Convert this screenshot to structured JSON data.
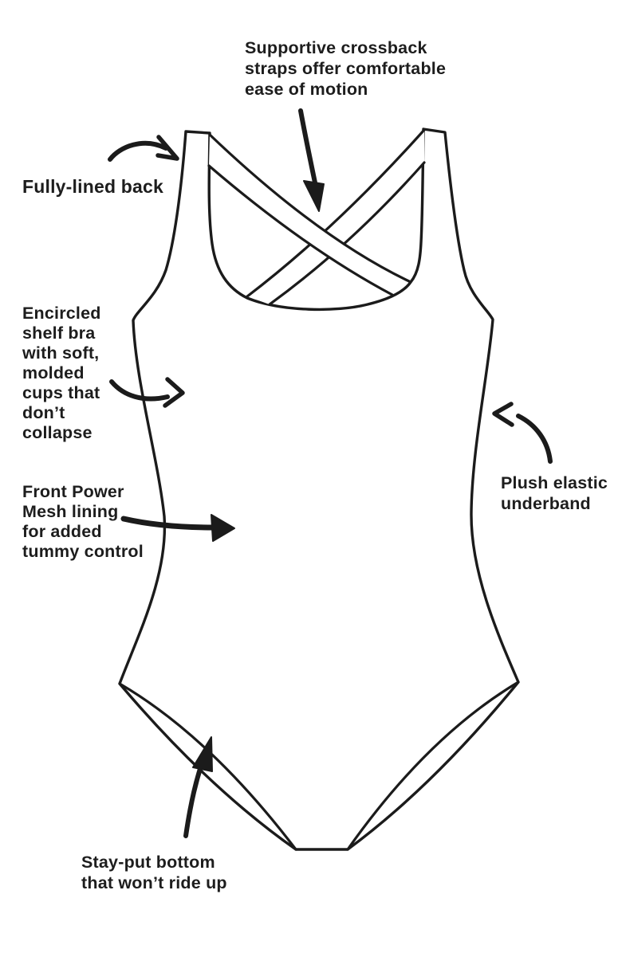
{
  "canvas": {
    "background": "#ffffff",
    "ink_color": "#1b1b1b",
    "text_color": "#1d1d1d"
  },
  "diagram": {
    "subject": "one-piece-swimsuit-back-view-line-drawing",
    "labels": {
      "crossback": "Supportive crossback\nstraps offer comfortable\nease of motion",
      "fully_lined": "Fully-lined back",
      "shelf_bra": "Encircled\nshelf bra\nwith soft,\nmolded\ncups that\ndon’t\ncollapse",
      "power_mesh": "Front Power\nMesh lining\nfor added\ntummy control",
      "underband": "Plush elastic\nunderband",
      "stay_put": "Stay-put bottom\nthat won’t ride up"
    }
  }
}
